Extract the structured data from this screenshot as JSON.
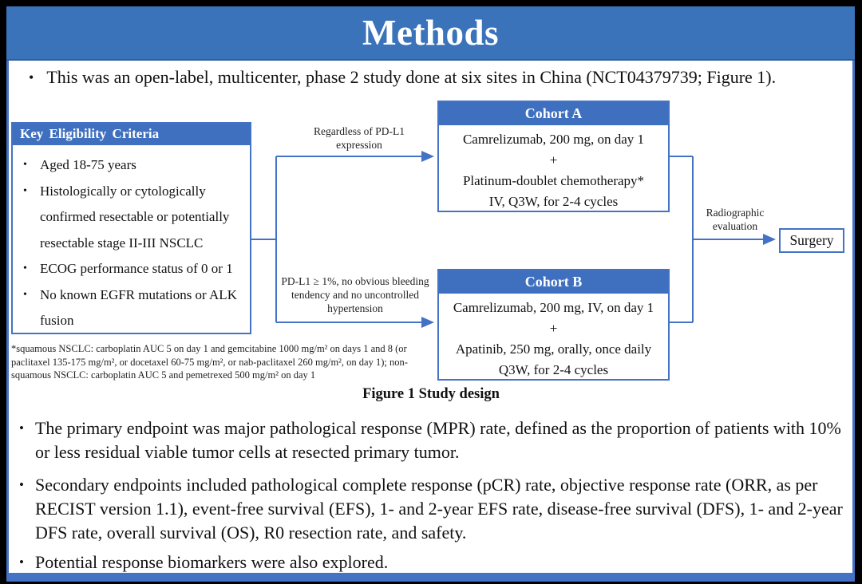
{
  "slide": {
    "title": "Methods"
  },
  "glyphs": {
    "bullet": "•"
  },
  "intro_bullet": "This was an open-label, multicenter, phase 2 study done at six sites in China (NCT04379739; Figure 1).",
  "figure": {
    "caption": "Figure 1 Study design",
    "eligibility": {
      "header": "Key  Eligibility Criteria",
      "items": [
        "Aged 18-75 years",
        "Histologically or cytologically confirmed resectable or potentially resectable stage II-III NSCLC",
        "ECOG performance status of 0 or 1",
        "No known EGFR mutations or ALK fusion"
      ]
    },
    "branch_labels": {
      "cohort_a": "Regardless of PD-L1 expression",
      "cohort_b": "PD-L1 ≥ 1%, no obvious bleeding tendency and no uncontrolled hypertension"
    },
    "cohort_a": {
      "header": "Cohort A",
      "lines": [
        "Camrelizumab, 200 mg, on day 1",
        "+",
        "Platinum-doublet chemotherapy*",
        "IV, Q3W, for 2-4 cycles"
      ]
    },
    "cohort_b": {
      "header": "Cohort B",
      "lines": [
        "Camrelizumab, 200 mg, IV, on day 1",
        "+",
        "Apatinib, 250 mg, orally, once daily",
        "Q3W, for 2-4 cycles"
      ]
    },
    "evaluation_label": "Radiographic evaluation",
    "surgery": "Surgery",
    "footnote": "*squamous NSCLC: carboplatin AUC 5 on day 1 and gemcitabine 1000 mg/m² on days 1 and 8 (or paclitaxel 135-175 mg/m², or docetaxel 60-75 mg/m², or nab-paclitaxel 260 mg/m², on day 1); non-squamous NSCLC: carboplatin AUC 5 and pemetrexed 500 mg/m² on day 1"
  },
  "bullets": [
    "The primary endpoint was major pathological response (MPR) rate, defined as the proportion of patients with 10% or less residual viable tumor cells at resected primary tumor.",
    "Secondary endpoints included pathological complete response (pCR) rate, objective response rate (ORR, as per RECIST version 1.1), event-free survival (EFS), 1- and 2-year EFS rate, disease-free survival (DFS), 1- and 2-year DFS rate, overall survival (OS), R0 resection rate, and safety.",
    "Potential response biomarkers were also explored."
  ],
  "colors": {
    "title_band_blue": "#3a73b9",
    "box_header_blue": "#3f6fbf",
    "border_blue": "#4472c4",
    "connector_blue": "#4472c4",
    "frame_black": "#000000"
  }
}
